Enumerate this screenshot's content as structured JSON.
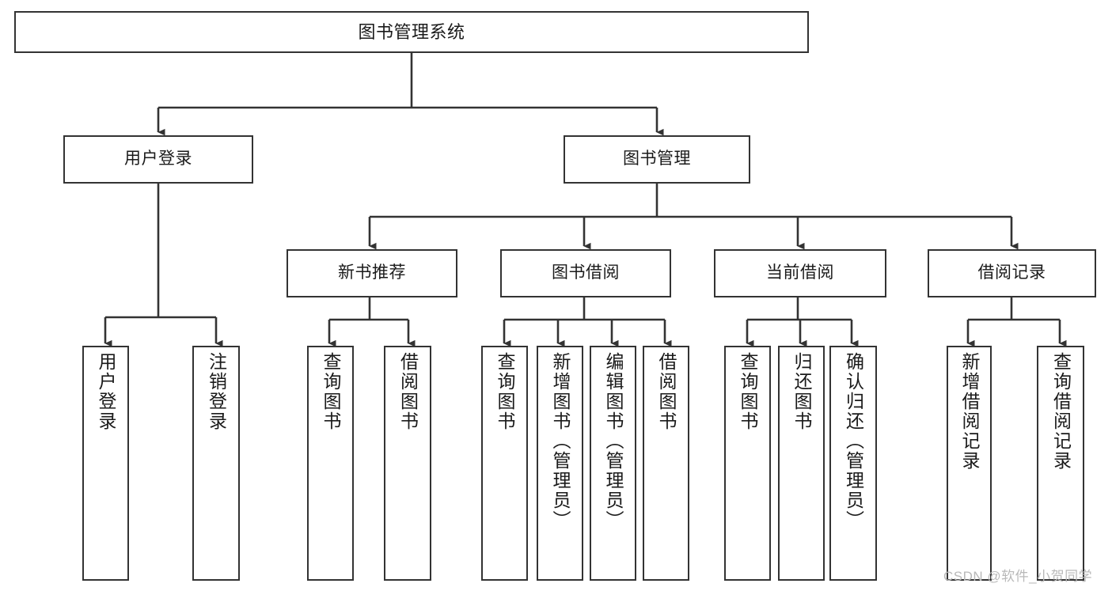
{
  "diagram": {
    "title": "图书管理系统",
    "type": "tree-hierarchy-chart",
    "watermark": "CSDN @软件_小贺同学",
    "colors": {
      "box_border": "#333333",
      "box_fill": "#ffffff",
      "connector": "#333333",
      "text": "#1a1a1a",
      "watermark": "#b9b9b9",
      "background": "#ffffff"
    },
    "nodes": {
      "root": {
        "label": "图书管理系统"
      },
      "level1": [
        {
          "label": "用户登录"
        },
        {
          "label": "图书管理"
        }
      ],
      "level2": [
        {
          "label": "新书推荐"
        },
        {
          "label": "图书借阅"
        },
        {
          "label": "当前借阅"
        },
        {
          "label": "借阅记录"
        }
      ],
      "leaves_user_login": [
        {
          "label": "用户登录"
        },
        {
          "label": "注销登录"
        }
      ],
      "leaves_new_books": [
        {
          "label": "查询图书"
        },
        {
          "label": "借阅图书"
        }
      ],
      "leaves_borrow": [
        {
          "label": "查询图书"
        },
        {
          "label": "新增图书（管理员）"
        },
        {
          "label": "编辑图书（管理员）"
        },
        {
          "label": "借阅图书"
        }
      ],
      "leaves_current": [
        {
          "label": "查询图书"
        },
        {
          "label": "归还图书"
        },
        {
          "label": "确认归还（管理员）"
        }
      ],
      "leaves_records": [
        {
          "label": "新增借阅记录"
        },
        {
          "label": "查询借阅记录"
        }
      ]
    }
  }
}
